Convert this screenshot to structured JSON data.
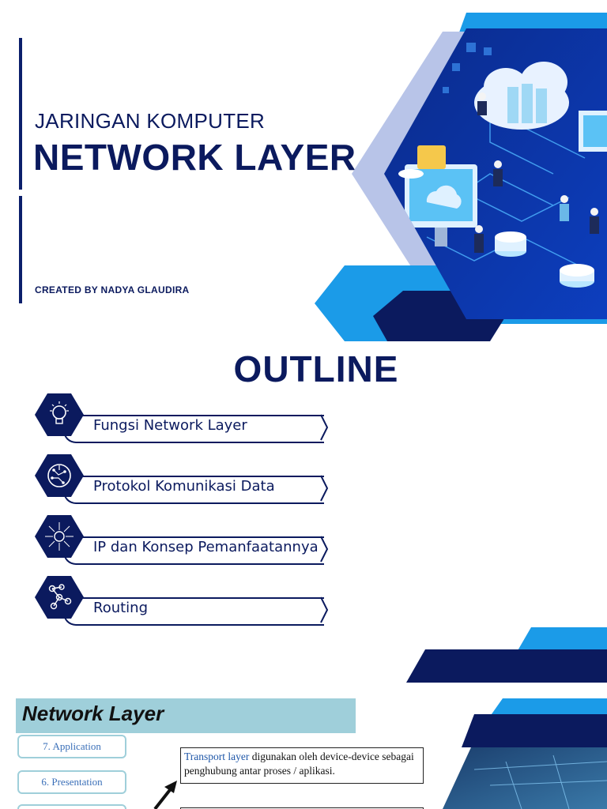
{
  "slide1": {
    "kicker": "JARINGAN KOMPUTER",
    "title": "NETWORK LAYER",
    "credit": "CREATED BY NADYA GLAUDIRA"
  },
  "slide2": {
    "title": "OUTLINE",
    "items": [
      {
        "label": "Fungsi Network Layer",
        "icon": "lightbulb-icon"
      },
      {
        "label": "Protokol Komunikasi Data",
        "icon": "circuit-brain-icon"
      },
      {
        "label": "IP dan Konsep Pemanfaatannya",
        "icon": "burst-icon"
      },
      {
        "label": "Routing",
        "icon": "network-nodes-icon"
      }
    ]
  },
  "slide3": {
    "title": "Network Layer",
    "layers": [
      "7. Application",
      "6. Presentation"
    ],
    "note_highlight": "Transport layer",
    "note_rest": " digunakan oleh device-device sebagai penghubung antar proses / aplikasi."
  },
  "colors": {
    "navy": "#0b1a5e",
    "blue": "#1b9be8",
    "lavender": "#b8c4e8",
    "teal": "#9fcfda"
  }
}
